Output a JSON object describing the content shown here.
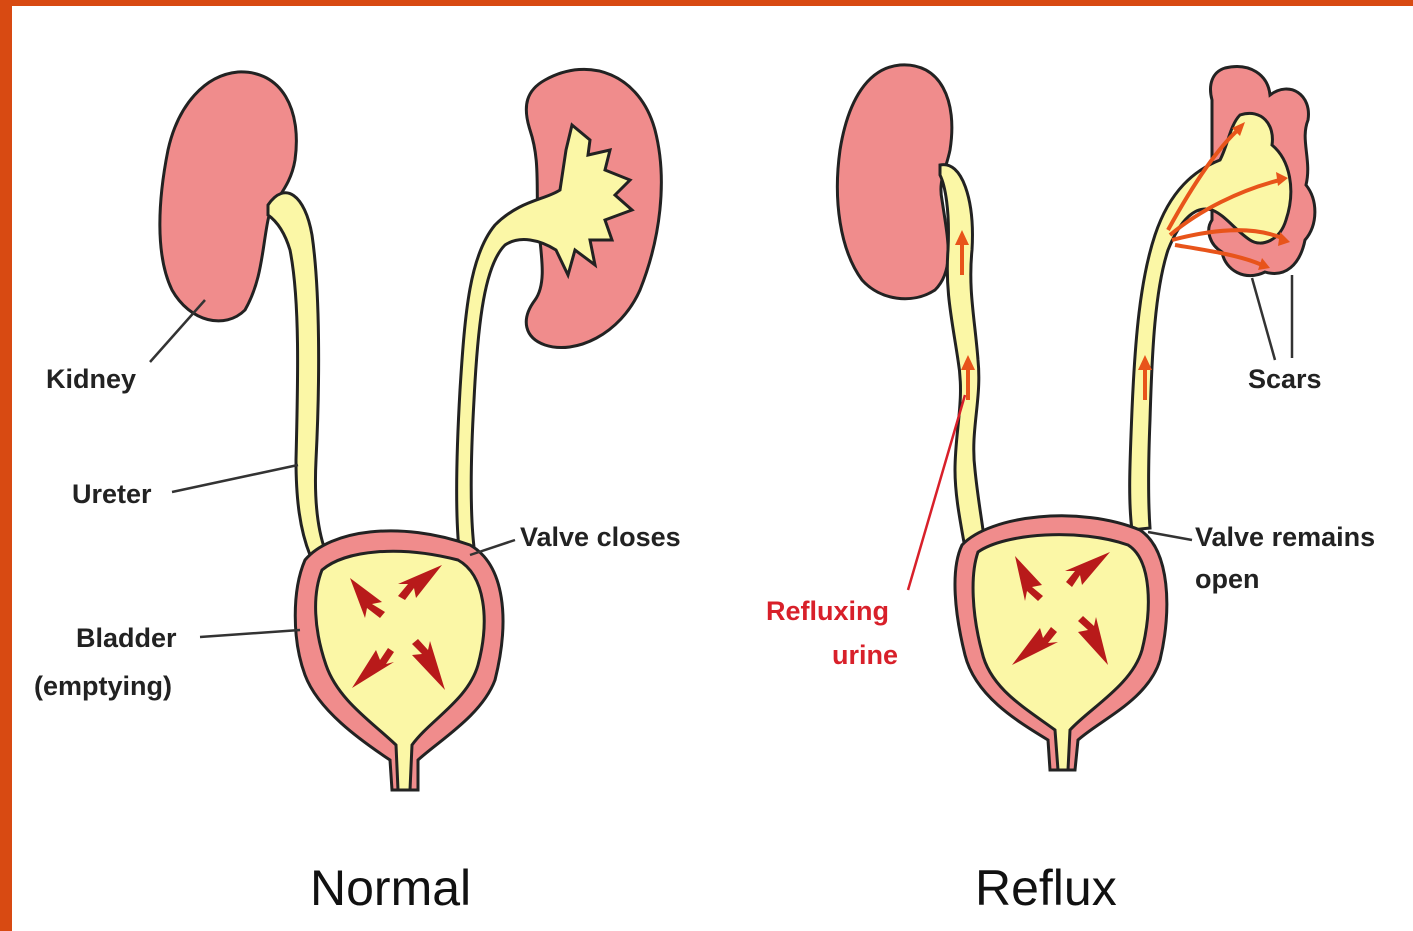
{
  "normal": {
    "caption": "Normal",
    "labels": {
      "kidney": "Kidney",
      "ureter": "Ureter",
      "valve": "Valve closes",
      "bladder_line1": "Bladder",
      "bladder_line2": "(emptying)"
    }
  },
  "reflux": {
    "caption": "Reflux",
    "labels": {
      "scars": "Scars",
      "valve_line1": "Valve remains",
      "valve_line2": "open",
      "refluxing_line1": "Refluxing",
      "refluxing_line2": "urine"
    }
  },
  "colors": {
    "kidney": "#f08c8c",
    "urine": "#fbf7a6",
    "reflux_label": "#d8202a",
    "frame": "#d84a12"
  }
}
